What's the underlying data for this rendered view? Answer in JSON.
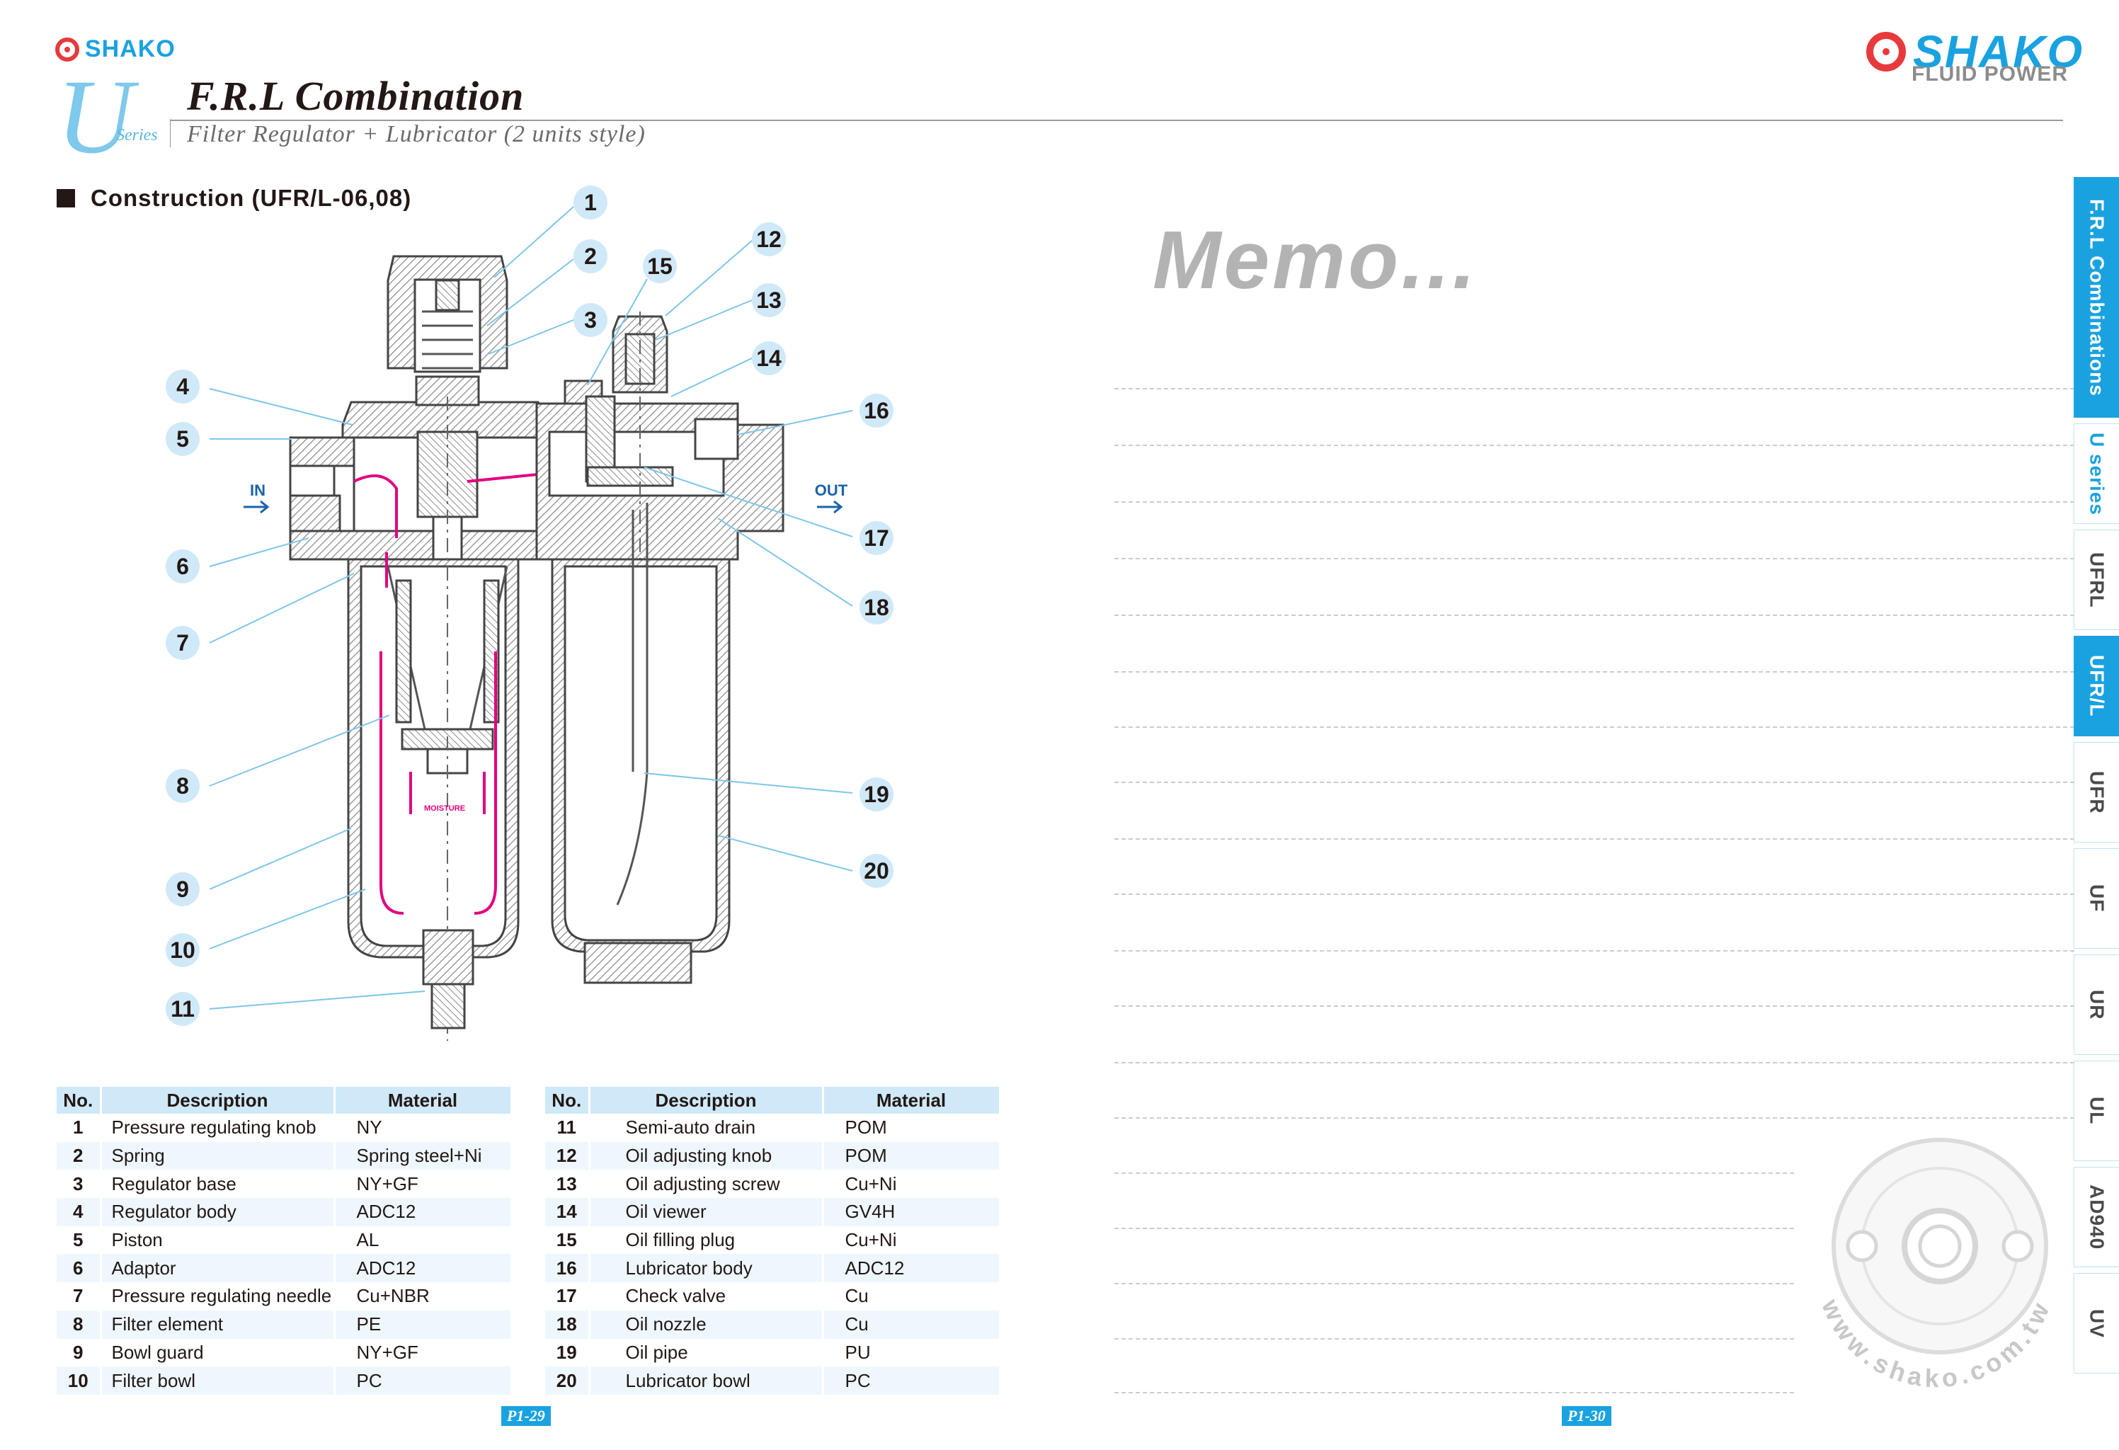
{
  "header": {
    "brand_small": "SHAKO",
    "brand": "SHAKO",
    "brand_sub": "FLUID POWER",
    "series_letter": "U",
    "series_word": "Series",
    "title": "F.R.L Combination",
    "subtitle": "Filter Regulator + Lubricator (2 units style)"
  },
  "section": {
    "title": "Construction (UFR/L-06,08)"
  },
  "diagram": {
    "callouts": [
      "1",
      "2",
      "3",
      "4",
      "5",
      "6",
      "7",
      "8",
      "9",
      "10",
      "11",
      "12",
      "13",
      "14",
      "15",
      "16",
      "17",
      "18",
      "19",
      "20"
    ],
    "in_label": "IN",
    "out_label": "OUT",
    "moisture_label": "MOISTURE",
    "colors": {
      "callout_bg": "#cfe9f8",
      "leader": "#7ec6ea",
      "flow": "#e3007f",
      "body_hatch": "#777777"
    }
  },
  "table_left": {
    "headers": [
      "No.",
      "Description",
      "Material"
    ],
    "rows": [
      [
        "1",
        "Pressure regulating knob",
        "NY"
      ],
      [
        "2",
        "Spring",
        "Spring steel+Ni"
      ],
      [
        "3",
        "Regulator base",
        "NY+GF"
      ],
      [
        "4",
        "Regulator body",
        "ADC12"
      ],
      [
        "5",
        "Piston",
        "AL"
      ],
      [
        "6",
        "Adaptor",
        "ADC12"
      ],
      [
        "7",
        "Pressure regulating needle",
        "Cu+NBR"
      ],
      [
        "8",
        "Filter element",
        "PE"
      ],
      [
        "9",
        "Bowl guard",
        "NY+GF"
      ],
      [
        "10",
        "Filter bowl",
        "PC"
      ]
    ]
  },
  "table_right": {
    "headers": [
      "No.",
      "Description",
      "Material"
    ],
    "rows": [
      [
        "11",
        "Semi-auto drain",
        "POM"
      ],
      [
        "12",
        "Oil adjusting knob",
        "POM"
      ],
      [
        "13",
        "Oil adjusting screw",
        "Cu+Ni"
      ],
      [
        "14",
        "Oil viewer",
        "GV4H"
      ],
      [
        "15",
        "Oil filling plug",
        "Cu+Ni"
      ],
      [
        "16",
        "Lubricator body",
        "ADC12"
      ],
      [
        "17",
        "Check valve",
        "Cu"
      ],
      [
        "18",
        "Oil nozzle",
        "Cu"
      ],
      [
        "19",
        "Oil pipe",
        "PU"
      ],
      [
        "20",
        "Lubricator bowl",
        "PC"
      ]
    ]
  },
  "pages": {
    "left": "P1-29",
    "right": "P1-30"
  },
  "memo": {
    "title": "Memo..."
  },
  "watermark": {
    "url": "www.shako.com.tw"
  },
  "side_tabs": [
    "F.R.L Combinations",
    "U series",
    "UFRL",
    "UFR/L",
    "UFR",
    "UF",
    "UR",
    "UL",
    "AD940",
    "UV"
  ],
  "active_tab": "UFR/L",
  "colors": {
    "accent": "#1aa2e0",
    "brand_red": "#e73a3d",
    "table_header": "#cfe9f8",
    "table_stripe": "#eef7fd"
  }
}
